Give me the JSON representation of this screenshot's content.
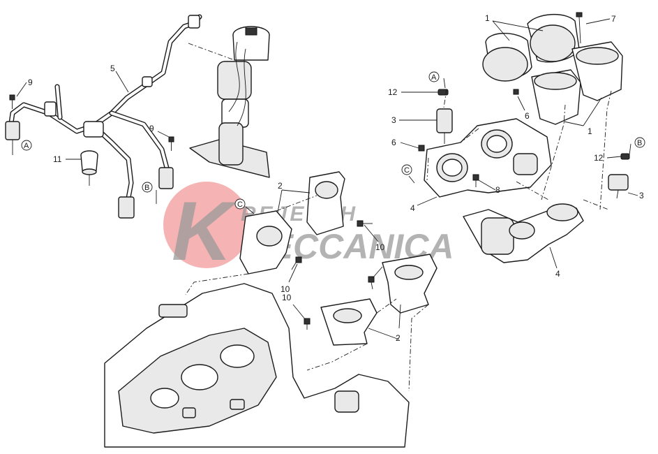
{
  "callouts": {
    "c1": "1",
    "c2": "2",
    "c3": "3",
    "c4": "4",
    "c5": "5",
    "c6": "6",
    "c7": "7",
    "c8": "8",
    "c9": "9",
    "c10": "10",
    "c11": "11",
    "c12": "12"
  },
  "connectors": {
    "a": "A",
    "b": "B",
    "c": "C"
  },
  "watermark": {
    "letter": "K",
    "line1": "REJELCH",
    "line2": "MECCANICA",
    "colors": {
      "circle": "#f4a6a6",
      "letter": "#a8a8a8"
    }
  }
}
